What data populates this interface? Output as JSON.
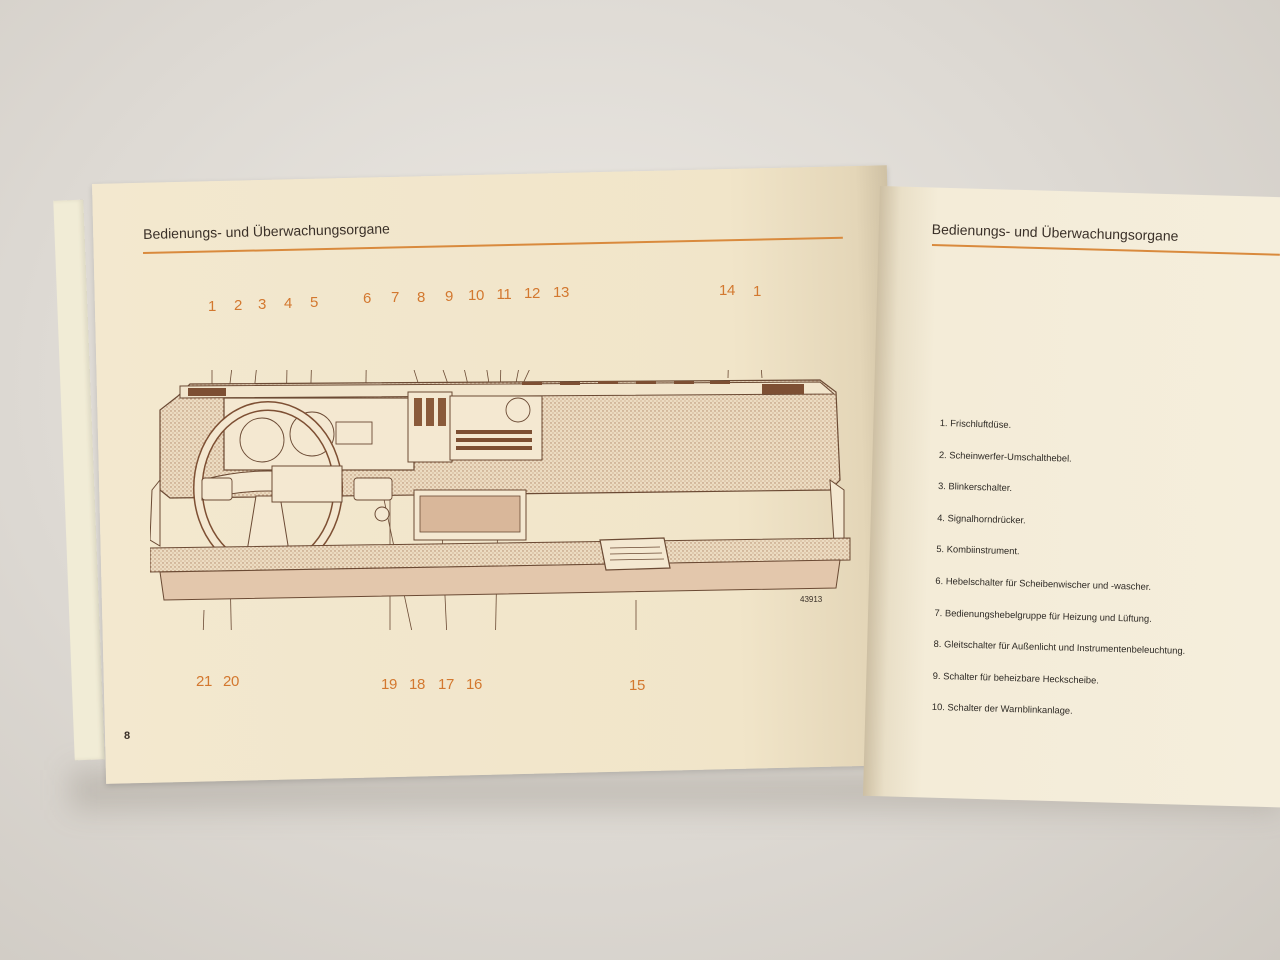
{
  "left_page": {
    "header_title": "Bedienungs- und Überwachungsorgane",
    "page_number": "8",
    "figure_number": "43913",
    "callouts_top": [
      "1",
      "2",
      "3",
      "4",
      "5",
      "6",
      "7",
      "8",
      "9",
      "10",
      "11",
      "12",
      "13",
      "14",
      "1"
    ],
    "callouts_bottom": [
      "21",
      "20",
      "19",
      "18",
      "17",
      "16",
      "15"
    ]
  },
  "right_page": {
    "header_title": "Bedienungs- und Überwachungsorgane",
    "legend": [
      "1. Frischluftdüse.",
      "2. Scheinwerfer-Umschalthebel.",
      "3. Blinkerschalter.",
      "4. Signalhorndrücker.",
      "5. Kombiinstrument.",
      "6. Hebelschalter für Scheibenwischer und -wascher.",
      "7. Bedienungshebelgruppe für Heizung und Lüftung.",
      "8. Gleitschalter für Außenlicht und Instrumentenbeleuchtung.",
      "9. Schalter für beheizbare Heckscheibe.",
      "10. Schalter der Warnblinkanlage."
    ]
  },
  "colors": {
    "accent_orange": "#d3782f",
    "rule_orange": "#d98a3d",
    "drawing_brown": "#8a5a3a",
    "paper": "#f3e8cf"
  }
}
